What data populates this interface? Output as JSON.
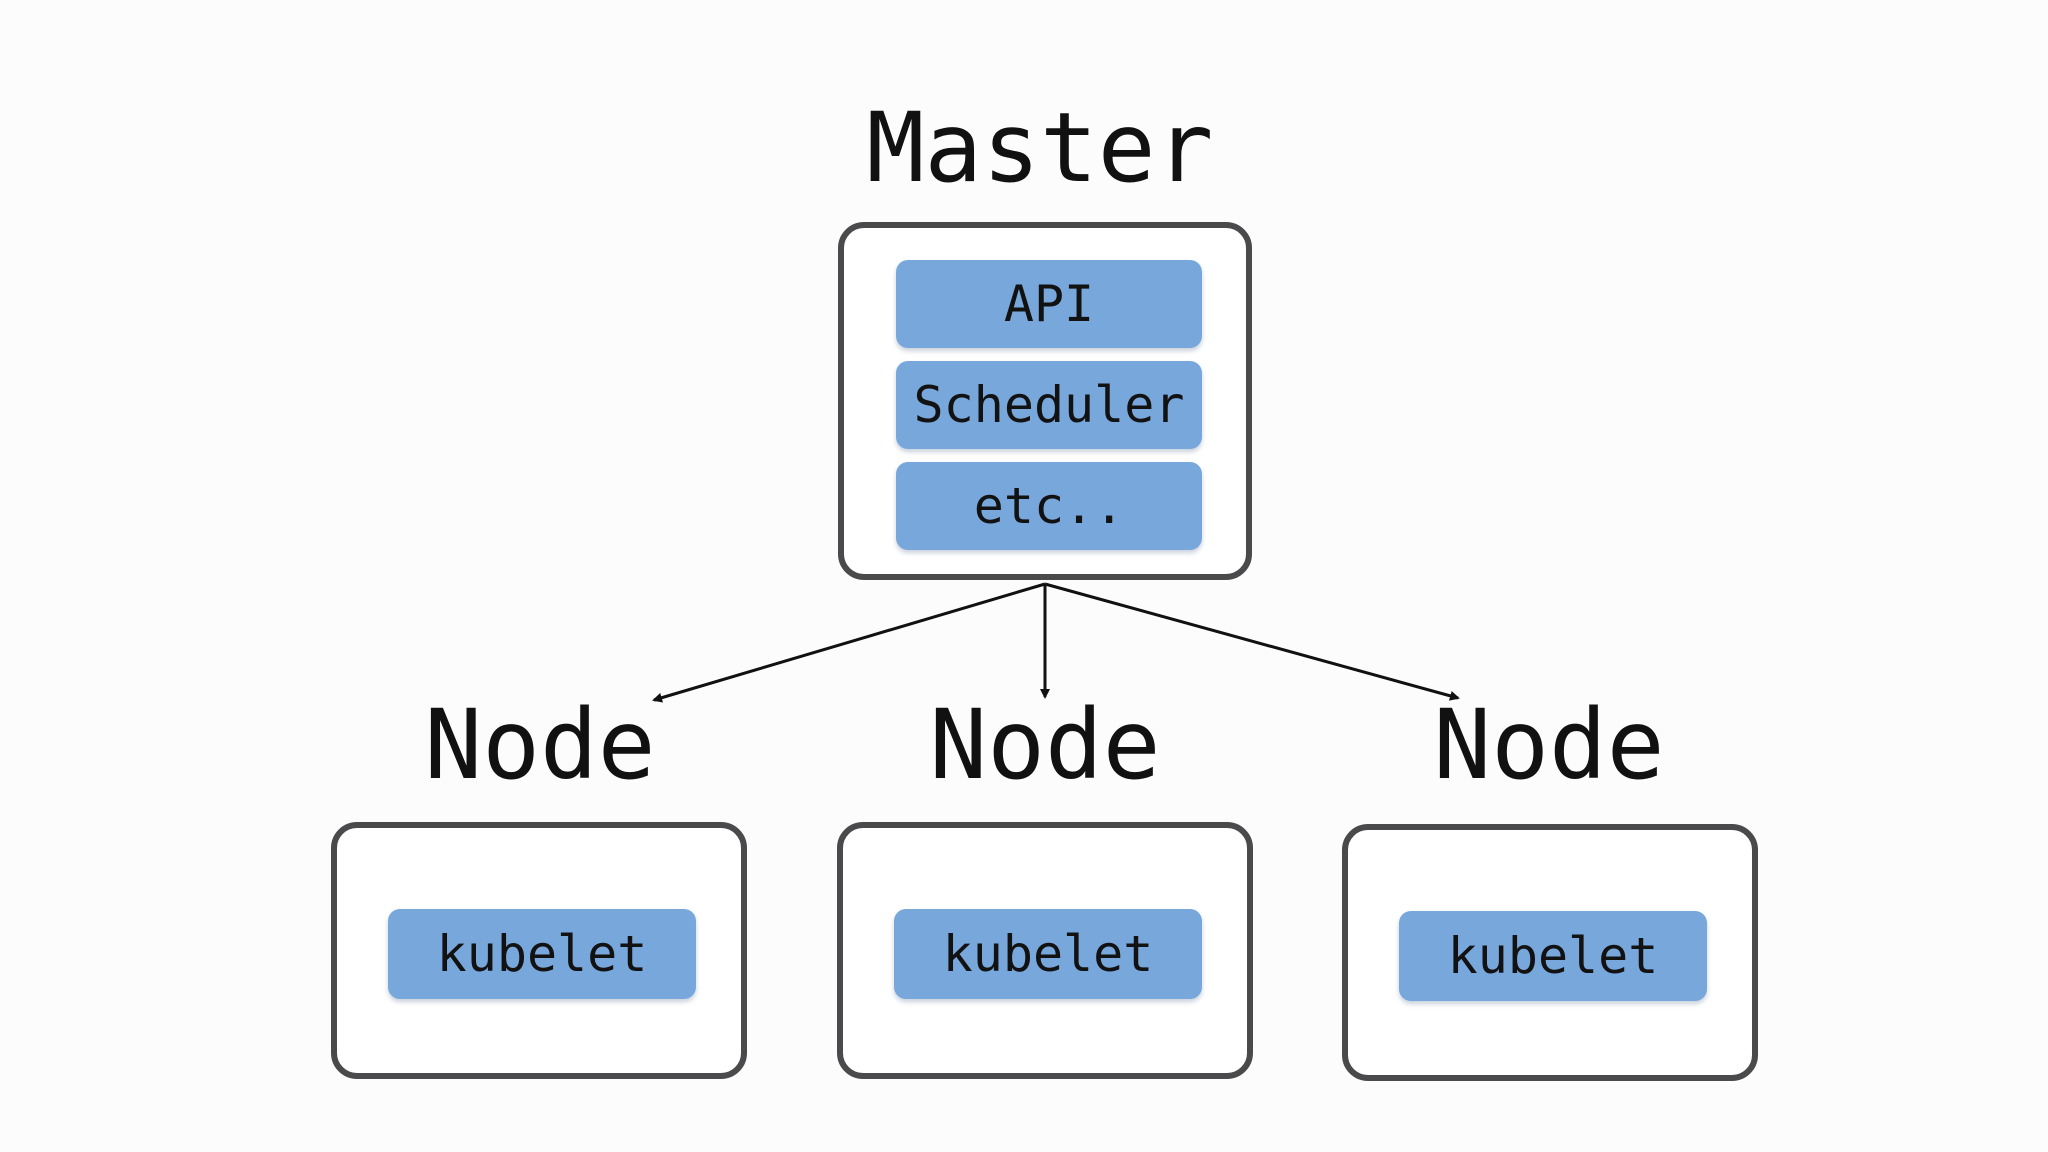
{
  "master": {
    "title": "Master",
    "components": [
      "API",
      "Scheduler",
      "etc.."
    ]
  },
  "nodes": [
    {
      "title": "Node",
      "component": "kubelet"
    },
    {
      "title": "Node",
      "component": "kubelet"
    },
    {
      "title": "Node",
      "component": "kubelet"
    }
  ],
  "colors": {
    "background": "#fdfcfd",
    "box_border": "#4a4a4c",
    "chip_fill": "#78a7dc",
    "text": "#111111",
    "arrow": "#111111"
  }
}
